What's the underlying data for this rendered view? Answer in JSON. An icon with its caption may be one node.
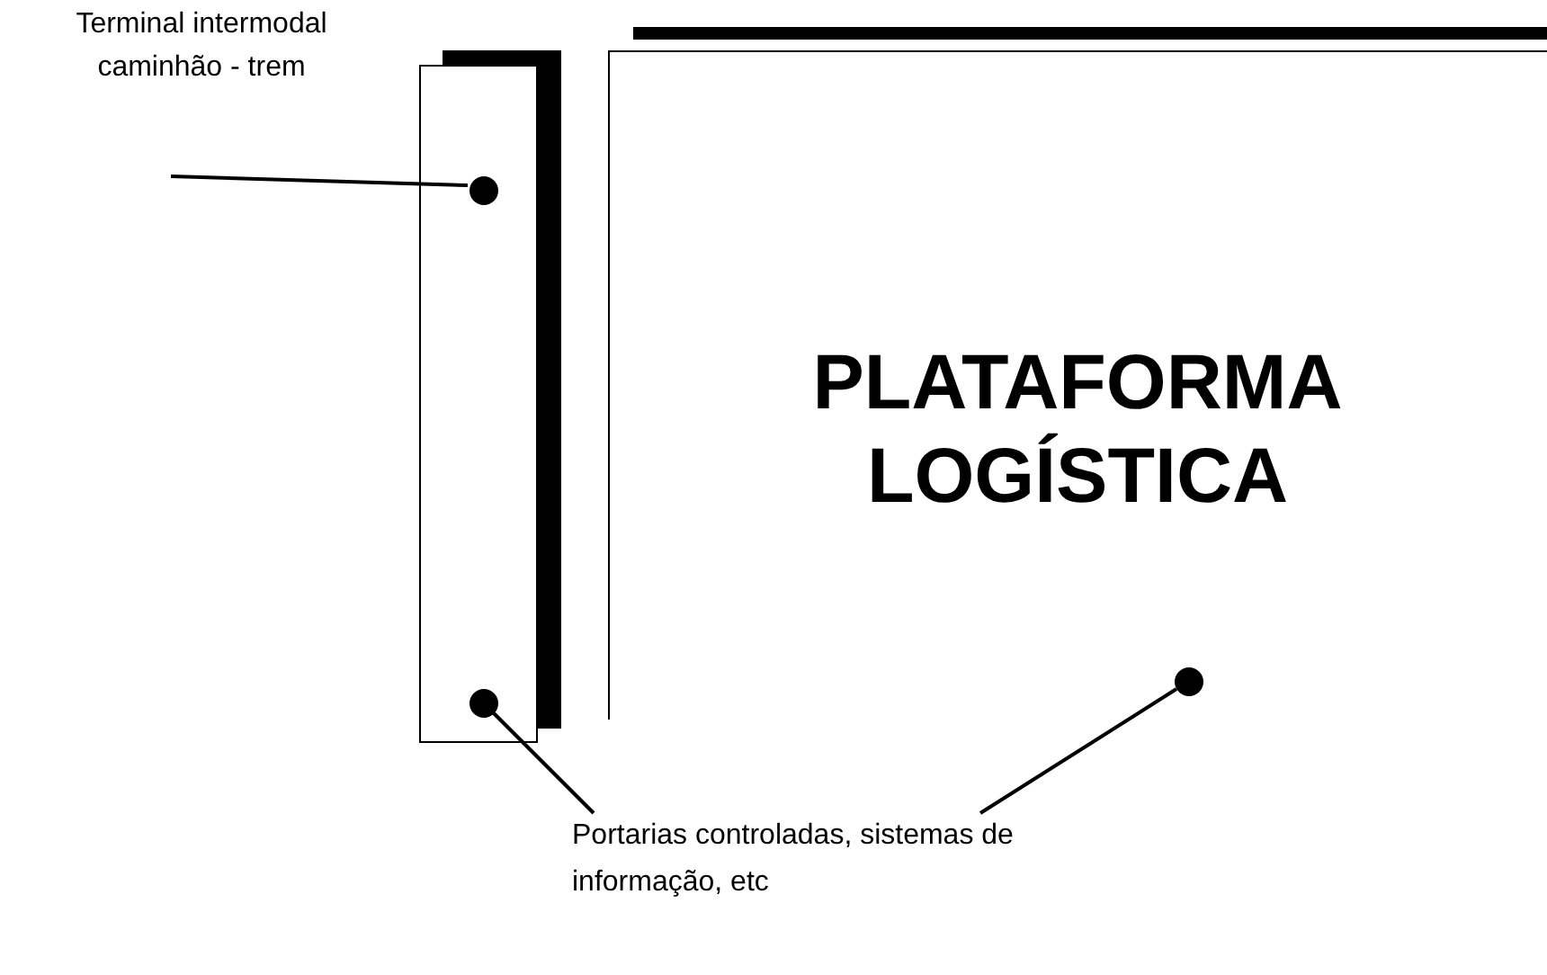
{
  "diagram": {
    "nodes": [
      {
        "text": [
          "Terminal intermodal caminhão - trem"
        ]
      },
      {
        "text": [],
        "shape": "box"
      },
      {
        "text": [],
        "shape": "circle",
        "in": 1
      },
      {
        "text": [],
        "shape": "circle",
        "in": 1
      },
      {
        "text": [
          "PLATAFORMA LOGÍSTICA"
        ]
      },
      {
        "text": [],
        "shape": "circle",
        "in": 4
      },
      {
        "text": [
          "Portarias controladas, sistemas de informação, etc"
        ]
      }
    ],
    "edges": [
      {
        "from": 0,
        "to": 2,
        "arrow": "none"
      },
      {
        "from": 6,
        "to": 3,
        "arrow": "none"
      },
      {
        "from": 6,
        "to": 5,
        "arrow": "none"
      }
    ]
  }
}
